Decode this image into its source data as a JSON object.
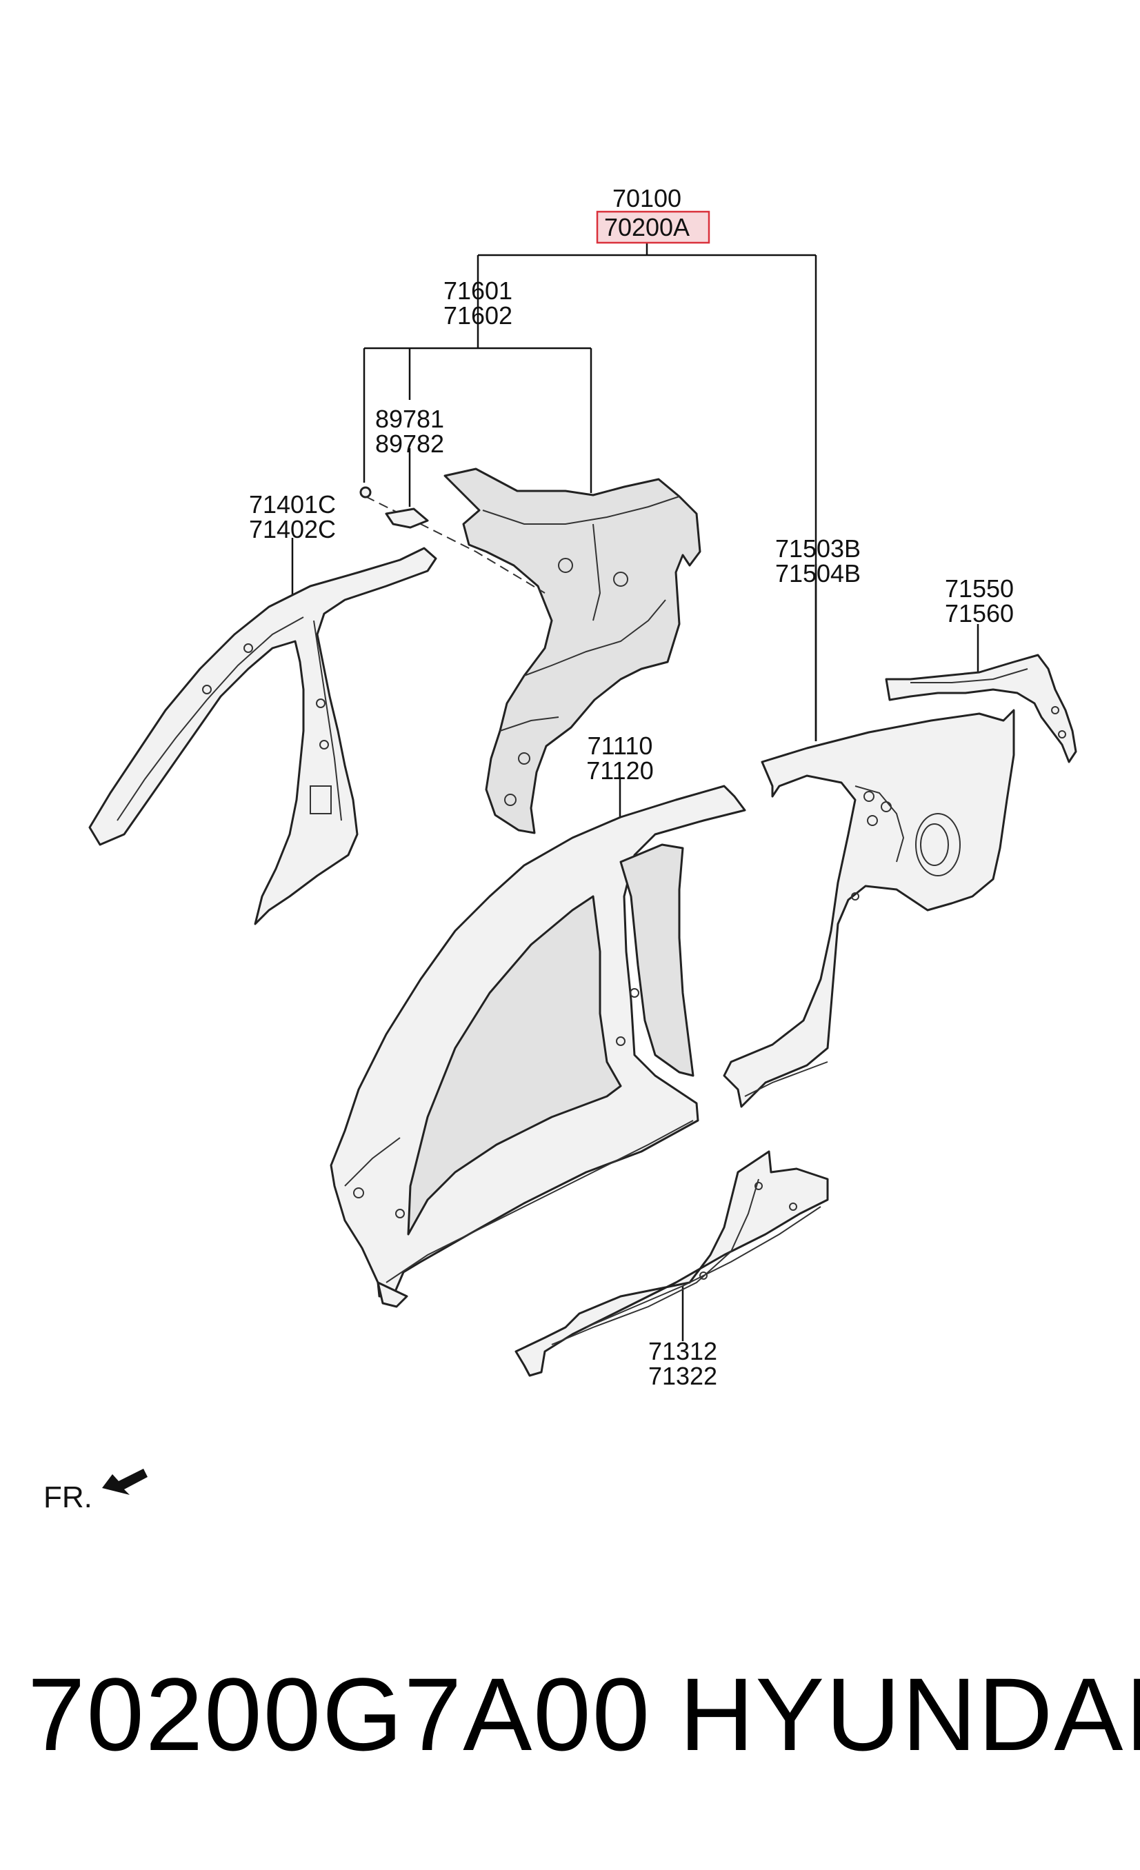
{
  "callouts": {
    "assembly_a": "70100",
    "assembly_b": "70200A",
    "inner_panel_a": "71601",
    "inner_panel_b": "71602",
    "bracket_a": "89781",
    "bracket_b": "89782",
    "pillar_a": "71401C",
    "pillar_b": "71402C",
    "quarter_a": "71503B",
    "quarter_b": "71504B",
    "rear_ext_a": "71550",
    "rear_ext_b": "71560",
    "side_outer_a": "71110",
    "side_outer_b": "71120",
    "sill_a": "71312",
    "sill_b": "71322"
  },
  "highlight": {
    "color": "#f7d9dc",
    "border": "#d9313b",
    "target": "70200A"
  },
  "front_indicator": {
    "label": "FR.",
    "icon": "arrow-icon"
  },
  "footer": {
    "part_number": "70200G7A00",
    "brand": "HYUNDAI"
  }
}
